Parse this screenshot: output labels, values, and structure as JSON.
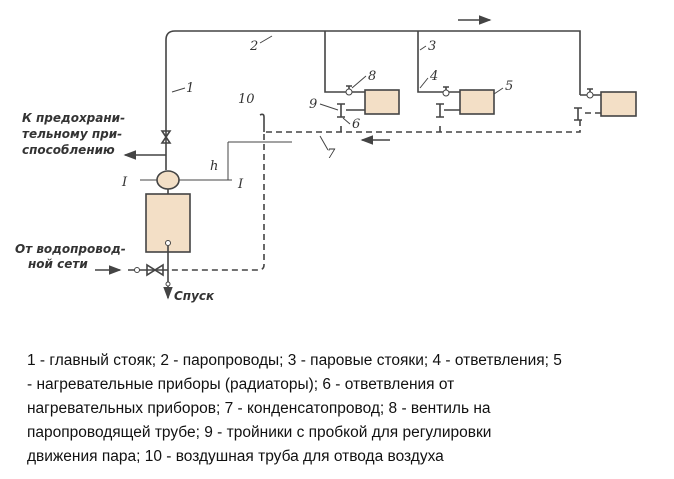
{
  "diagram": {
    "safety_label": [
      "К предохрани-",
      "тельному при-",
      "способлению"
    ],
    "water_label": [
      "От водопровод-",
      "ной сети"
    ],
    "drain_label": "Спуск",
    "level_marks": [
      "I",
      "I"
    ],
    "height_mark": "h",
    "numbers": [
      "1",
      "2",
      "3",
      "4",
      "5",
      "6",
      "7",
      "8",
      "9",
      "10"
    ]
  },
  "legend": {
    "lines": [
      "1 - главный стояк; 2 - паропроводы; 3 - паровые стояки; 4 - ответвления; 5",
      "- нагревательные приборы (радиаторы); 6 - ответвления от",
      "нагревательных приборов; 7 - конденсатопровод; 8 - вентиль на",
      "паропроводящей трубе; 9 - тройники с пробкой для регулировки",
      "движения пара; 10 - воздушная труба для отвода воздуха"
    ]
  },
  "colors": {
    "radiator_fill": "#f3dfc6",
    "line": "#444444"
  }
}
